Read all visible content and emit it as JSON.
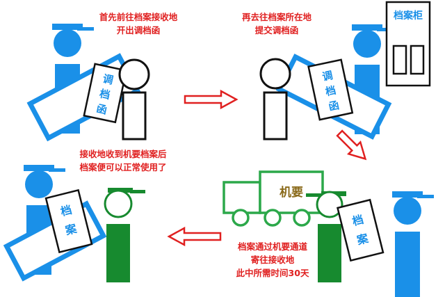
{
  "steps": [
    {
      "lines": [
        "首先前往档案接收地",
        "开出调档函"
      ]
    },
    {
      "lines": [
        "再去往档案所在地",
        "提交调档函"
      ]
    },
    {
      "lines": [
        "接收地收到机要档案后",
        "档案便可以正常使用了"
      ]
    },
    {
      "lines": [
        "档案通过机要通道",
        "寄往接收地",
        "此中所需时间30天"
      ]
    }
  ],
  "cabinet": {
    "label": "档案柜"
  },
  "truck": {
    "label": "机要"
  },
  "documents": {
    "transfer_letter": [
      "调",
      "档",
      "函"
    ],
    "file": [
      "档",
      "案"
    ]
  },
  "colors": {
    "blue": "#1a90e8",
    "green": "#178a2f",
    "truck_green": "#2ca84a",
    "red": "#e02020",
    "black": "#111111"
  }
}
